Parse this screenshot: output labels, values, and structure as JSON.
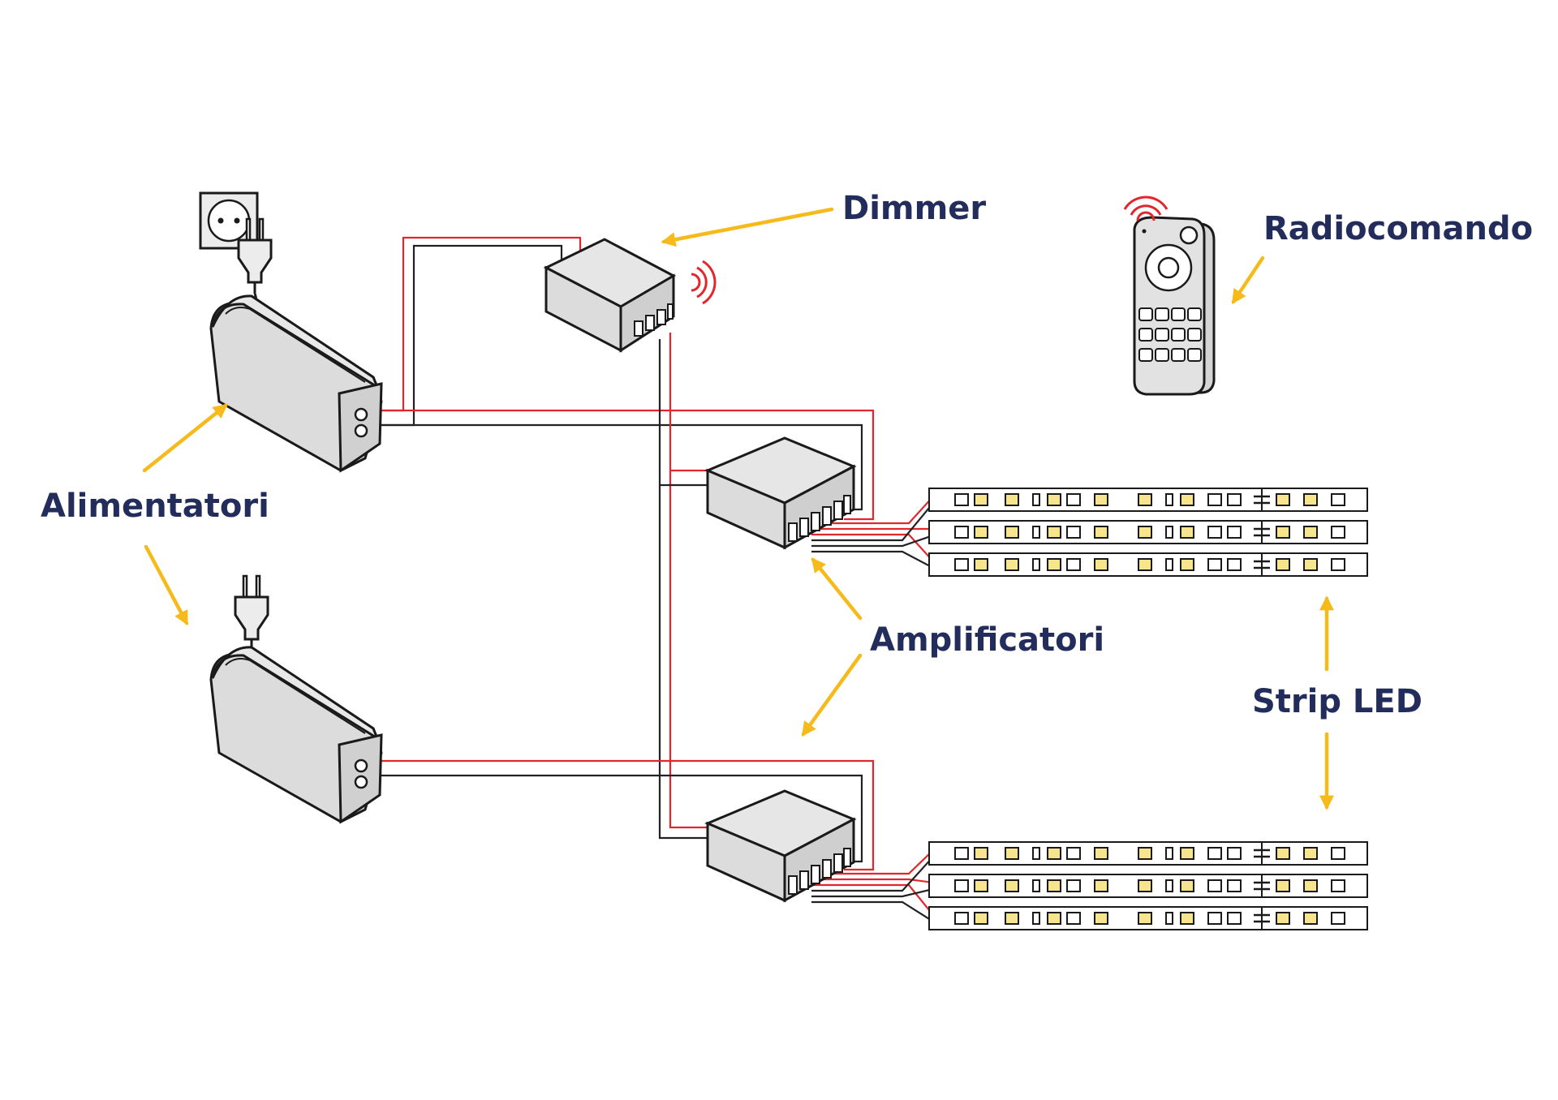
{
  "labels": {
    "dimmer": "Dimmer",
    "remote": "Radiocomando",
    "power_supplies": "Alimentatori",
    "amplifiers": "Amplificatori",
    "strips": "Strip LED"
  },
  "colors": {
    "label_text": "#232d5c",
    "arrow": "#f6bb1a",
    "wire_red": "#e3262b",
    "wire_black": "#222222",
    "device_fill": "#dddddd",
    "device_top": "#e6e6e6",
    "device_side": "#cfcfcf",
    "led_warm": "#f6e48f",
    "signal": "#e3262b"
  },
  "icons": [
    "wall-socket-icon",
    "power-plug-icon",
    "power-supply-icon",
    "dimmer-box-icon",
    "amplifier-box-icon",
    "remote-control-icon",
    "radio-signal-icon",
    "led-strip-icon"
  ]
}
